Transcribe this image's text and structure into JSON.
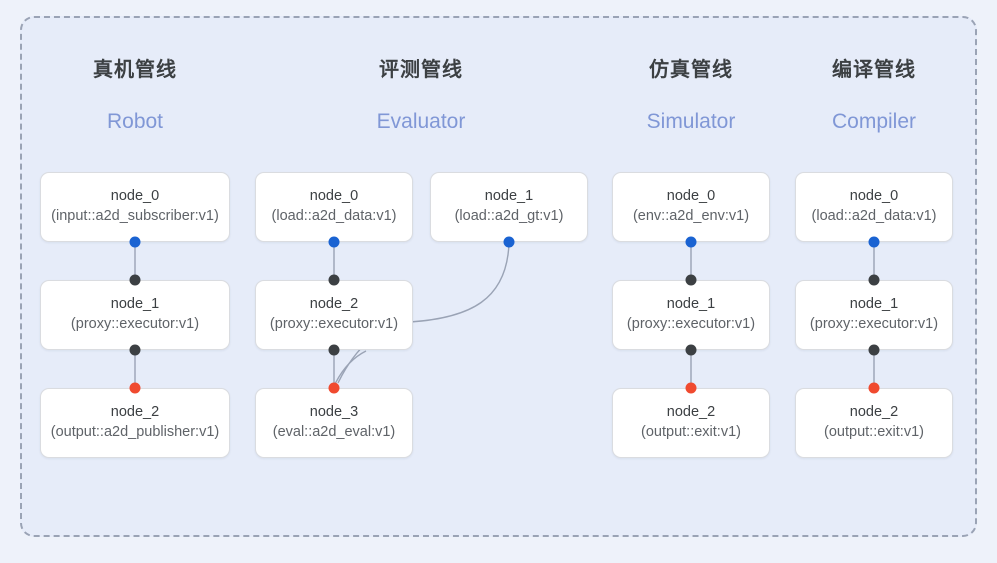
{
  "canvas": {
    "background_color": "#e6ecf9",
    "border_color": "#9aa3b5",
    "outer_background": "#eef2fa"
  },
  "palette": {
    "port_input": "#1a63d2",
    "port_mid": "#3c4043",
    "port_output": "#f04a2f",
    "header_cn": "#3c4043",
    "header_en": "#8097d6",
    "edge": "#9aa3b5"
  },
  "columns": [
    {
      "id": "robot",
      "title_cn": "真机管线",
      "title_en": "Robot",
      "nodes": [
        {
          "name": "node_0",
          "spec": "(input::a2d_subscriber:v1)"
        },
        {
          "name": "node_1",
          "spec": "(proxy::executor:v1)"
        },
        {
          "name": "node_2",
          "spec": "(output::a2d_publisher:v1)"
        }
      ]
    },
    {
      "id": "evaluator",
      "title_cn": "评测管线",
      "title_en": "Evaluator",
      "nodes": [
        {
          "name": "node_0",
          "spec": "(load::a2d_data:v1)"
        },
        {
          "name": "node_1",
          "spec": "(load::a2d_gt:v1)"
        },
        {
          "name": "node_2",
          "spec": "(proxy::executor:v1)"
        },
        {
          "name": "node_3",
          "spec": "(eval::a2d_eval:v1)"
        }
      ]
    },
    {
      "id": "simulator",
      "title_cn": "仿真管线",
      "title_en": "Simulator",
      "nodes": [
        {
          "name": "node_0",
          "spec": "(env::a2d_env:v1)"
        },
        {
          "name": "node_1",
          "spec": "(proxy::executor:v1)"
        },
        {
          "name": "node_2",
          "spec": "(output::exit:v1)"
        }
      ]
    },
    {
      "id": "compiler",
      "title_cn": "编译管线",
      "title_en": "Compiler",
      "nodes": [
        {
          "name": "node_0",
          "spec": "(load::a2d_data:v1)"
        },
        {
          "name": "node_1",
          "spec": "(proxy::executor:v1)"
        },
        {
          "name": "node_2",
          "spec": "(output::exit:v1)"
        }
      ]
    }
  ]
}
